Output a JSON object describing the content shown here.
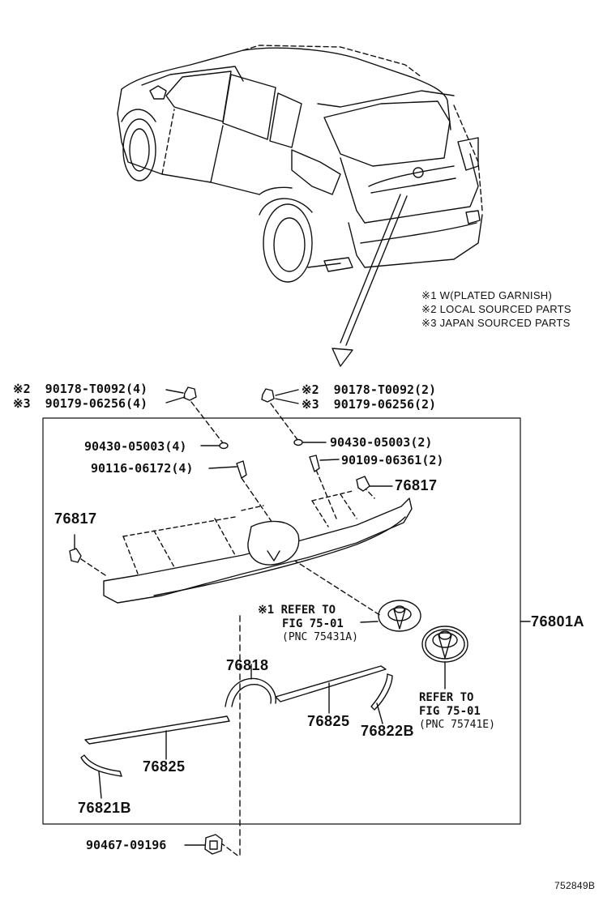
{
  "legend": {
    "notes": [
      "※1 W(PLATED GARNISH)",
      "※2 LOCAL SOURCED PARTS",
      "※3 JAPAN SOURCED PARTS"
    ]
  },
  "labels": {
    "left_clip_local": "※2  90178-T0092(4)",
    "left_clip_japan": "※3  90179-06256(4)",
    "right_clip_local": "※2  90178-T0092(2)",
    "right_clip_japan": "※3  90179-06256(2)",
    "left_washer": "90430-05003(4)",
    "left_screw": "90116-06172(4)",
    "right_washer": "90430-05003(2)",
    "right_screw": "90109-06361(2)",
    "clip_right": "76817",
    "clip_left": "76817",
    "assembly": "76801A",
    "center_molding": "76818",
    "molding_right": "76825",
    "molding_left": "76825",
    "end_piece_right": "76822B",
    "end_piece_left": "76821B",
    "bottom_clip": "90467-09196",
    "figure_id": "752849B"
  },
  "refs": {
    "ref1_l1": "※1 REFER TO",
    "ref1_l2": "FIG 75-01",
    "ref1_l3": "(PNC 75431A)",
    "ref2_l1": "REFER TO",
    "ref2_l2": "FIG 75-01",
    "ref2_l3": "(PNC 75741E)"
  },
  "colors": {
    "ink": "#111111",
    "paper": "#ffffff"
  }
}
